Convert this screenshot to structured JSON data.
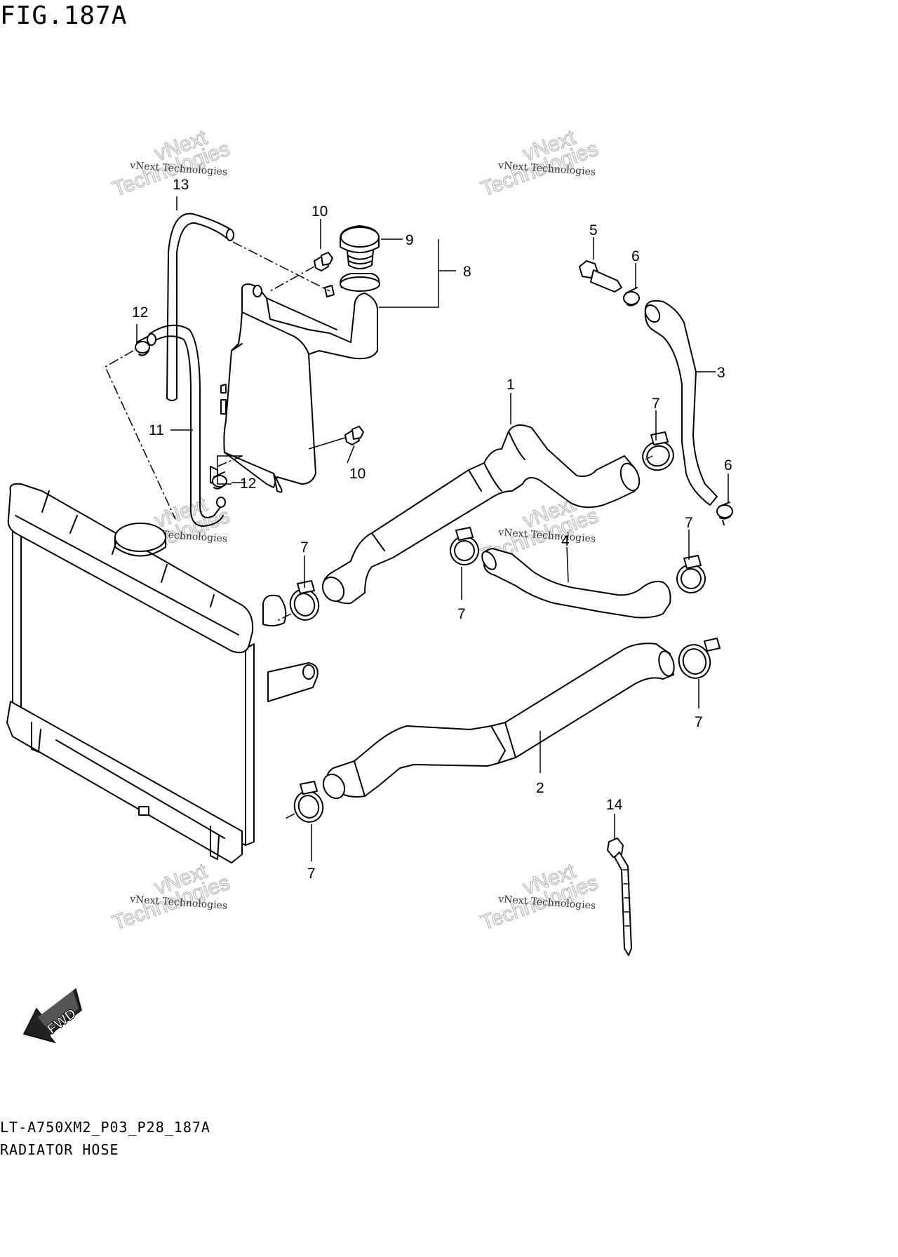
{
  "figure": {
    "title": "FIG.187A"
  },
  "footer": {
    "code": "LT-A750XM2_P03_P28_187A",
    "name": "RADIATOR HOSE"
  },
  "callouts": [
    {
      "id": "c1",
      "label": "1"
    },
    {
      "id": "c2",
      "label": "2"
    },
    {
      "id": "c3",
      "label": "3"
    },
    {
      "id": "c4",
      "label": "4"
    },
    {
      "id": "c5",
      "label": "5"
    },
    {
      "id": "c6a",
      "label": "6"
    },
    {
      "id": "c6b",
      "label": "6"
    },
    {
      "id": "c7a",
      "label": "7"
    },
    {
      "id": "c7b",
      "label": "7"
    },
    {
      "id": "c7c",
      "label": "7"
    },
    {
      "id": "c7d",
      "label": "7"
    },
    {
      "id": "c7e",
      "label": "7"
    },
    {
      "id": "c7f",
      "label": "7"
    },
    {
      "id": "c8",
      "label": "8"
    },
    {
      "id": "c9",
      "label": "9"
    },
    {
      "id": "c10a",
      "label": "10"
    },
    {
      "id": "c10b",
      "label": "10"
    },
    {
      "id": "c11",
      "label": "11"
    },
    {
      "id": "c12a",
      "label": "12"
    },
    {
      "id": "c12b",
      "label": "12"
    },
    {
      "id": "c13",
      "label": "13"
    },
    {
      "id": "c14",
      "label": "14"
    }
  ],
  "watermark": {
    "line_small": "vNext Technologies",
    "line_big_1": "vNext",
    "line_big_2": "Technologies"
  },
  "fwd_badge": {
    "label": "FWD"
  }
}
